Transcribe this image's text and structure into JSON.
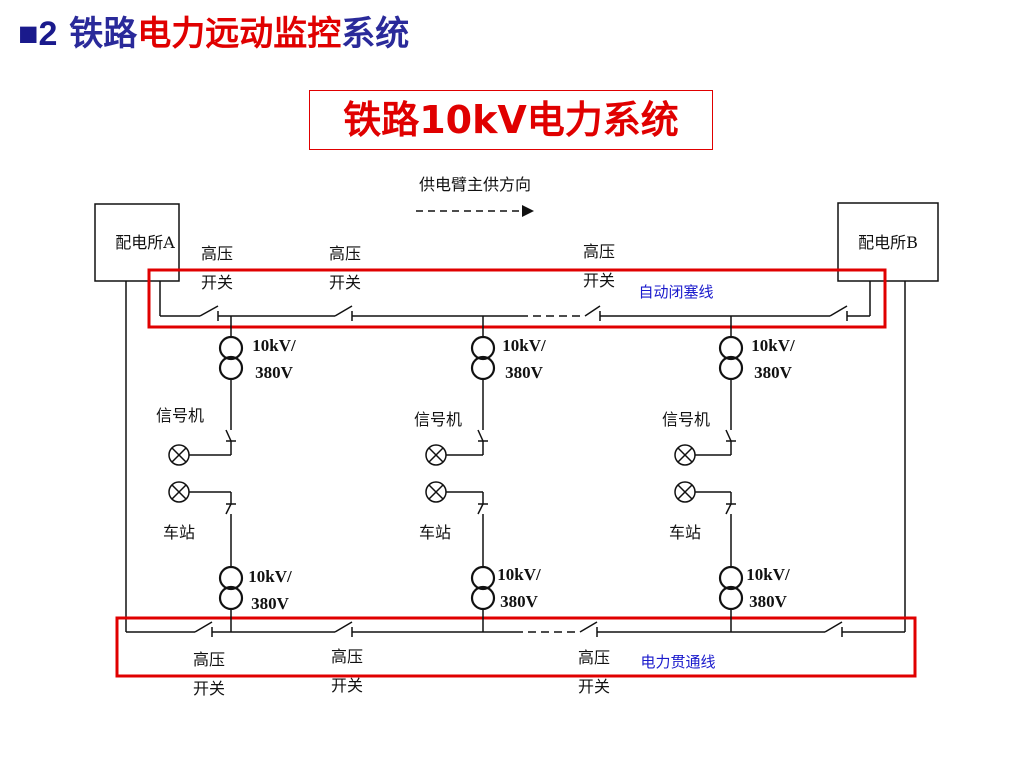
{
  "header": {
    "bullet": "■2",
    "title_part1": "铁路",
    "title_part2": "电力远动监控",
    "title_part3": "系统"
  },
  "subtitle": "铁路10kV电力系统",
  "diagram": {
    "direction_label": "供电臂主供方向",
    "substation_a": "配电所A",
    "substation_b": "配电所B",
    "switch_line1": "高压",
    "switch_line2": "开关",
    "auto_block_line": "自动闭塞线",
    "through_line": "电力贯通线",
    "transformer_line1": "10kV/",
    "transformer_line2": "380V",
    "signal_label": "信号机",
    "station_label": "车站"
  },
  "colors": {
    "red": "#e00000",
    "blue_title": "#2a2a9a",
    "blue_label": "#1a1acc"
  }
}
